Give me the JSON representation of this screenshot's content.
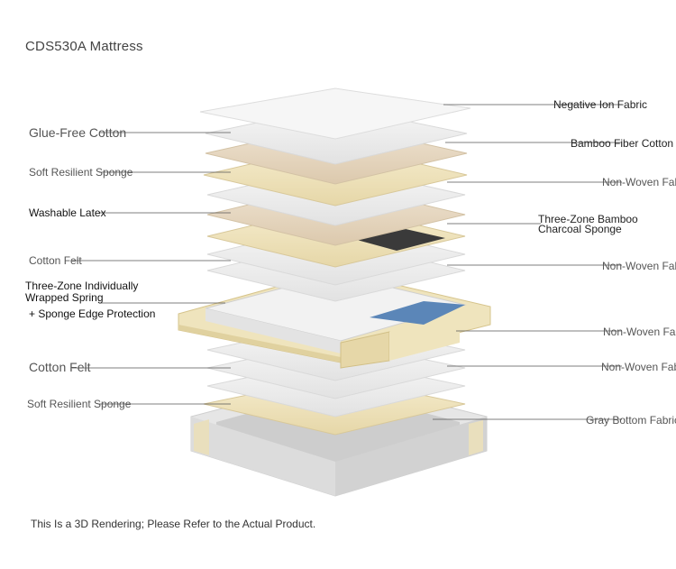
{
  "title": "CDS530A Mattress",
  "footnote": "This Is a 3D Rendering; Please Refer to the Actual Product.",
  "left_labels": [
    {
      "text": "Glue-Free Cotton"
    },
    {
      "text": "Soft Resilient Sponge"
    },
    {
      "text": "Washable Latex"
    },
    {
      "text": "Cotton Felt"
    },
    {
      "text": "Three-Zone Individually"
    },
    {
      "text": "Wrapped Spring"
    },
    {
      "text": "+ Sponge Edge Protection"
    },
    {
      "text": "Cotton Felt"
    },
    {
      "text": "Soft Resilient Sponge"
    }
  ],
  "right_labels": [
    {
      "text": "Negative Ion Fabric"
    },
    {
      "text": "Bamboo Fiber Cotton"
    },
    {
      "text": "Non-Woven Fab"
    },
    {
      "text": "Three-Zone Bamboo"
    },
    {
      "text": "Charcoal Sponge"
    },
    {
      "text": "Non-Woven Fab"
    },
    {
      "text": "Non-Woven Fab"
    },
    {
      "text": "Non-Woven Fab"
    },
    {
      "text": "Gray Bottom Fabric"
    }
  ],
  "colors": {
    "fabric": "#f4f4f4",
    "white_layer": "#ececec",
    "cream_layer": "#f1e7c4",
    "beige_layer": "#e9dcc8",
    "charcoal": "#3a3a3a",
    "spring_blue": "#5b86b8",
    "bottom_gray": "#cfcfcf"
  }
}
